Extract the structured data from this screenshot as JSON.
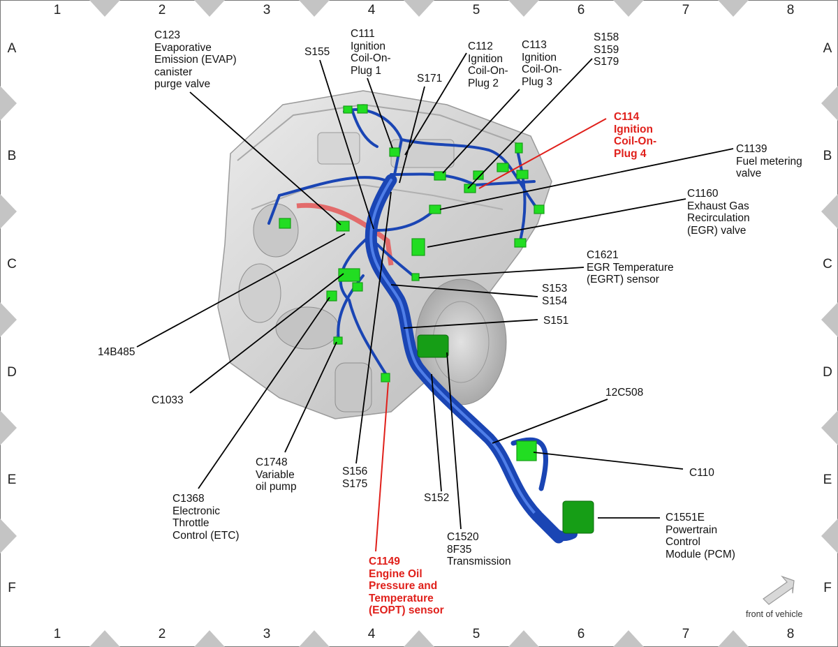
{
  "grid": {
    "columns": [
      "1",
      "2",
      "3",
      "4",
      "5",
      "6",
      "7",
      "8"
    ],
    "rows": [
      "A",
      "B",
      "C",
      "D",
      "E",
      "F"
    ]
  },
  "colors": {
    "harness": "#1a45b4",
    "harness_highlight": "#4f7ee8",
    "connector": "#22dd22",
    "connector_dark": "#169e16",
    "warning": "#e0201b",
    "engine": "#d4d4d4"
  },
  "callouts": {
    "c123": "C123\nEvaporative\nEmission (EVAP)\ncanister\npurge valve",
    "s155": "S155",
    "c111": "C111\nIgnition\nCoil-On-\nPlug 1",
    "s171": "S171",
    "c112": "C112\nIgnition\nCoil-On-\nPlug 2",
    "c113": "C113\nIgnition\nCoil-On-\nPlug 3",
    "s158": "S158\nS159\nS179",
    "c114": "C114\nIgnition\nCoil-On-\nPlug 4",
    "c1139": "C1139\nFuel metering\nvalve",
    "c1160": "C1160\nExhaust Gas\nRecirculation\n(EGR) valve",
    "c1621": "C1621\nEGR Temperature\n(EGRT) sensor",
    "s153": "S153\nS154",
    "s151": "S151",
    "p14b485": "14B485",
    "c1033": "C1033",
    "c12c508": "12C508",
    "c1748": "C1748\nVariable\noil pump",
    "s156": "S156\nS175",
    "c110": "C110",
    "c1368": "C1368\nElectronic\nThrottle\nControl (ETC)",
    "s152": "S152",
    "c1551e": "C1551E\nPowertrain\nControl\nModule (PCM)",
    "c1520": "C1520\n8F35\nTransmission",
    "c1149": "C1149\nEngine Oil\nPressure and\nTemperature\n(EOPT) sensor"
  },
  "front_of_vehicle": "front of vehicle",
  "icons": [
    "front-arrow-icon"
  ]
}
